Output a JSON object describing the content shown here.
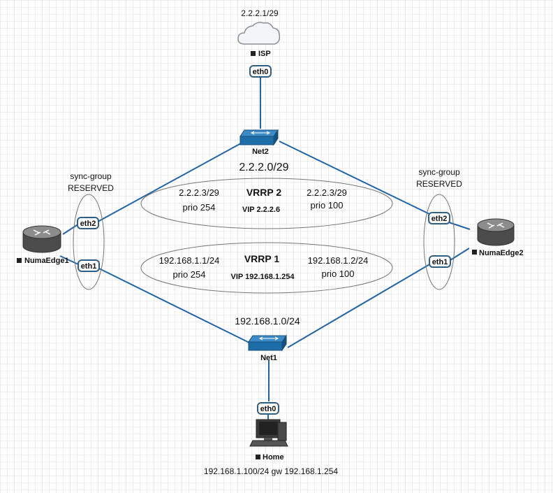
{
  "isp": {
    "name": "ISP",
    "address": "2.2.2.1/29",
    "port": "eth0"
  },
  "net2": {
    "name": "Net2",
    "subnet": "2.2.2.0/29"
  },
  "net1": {
    "name": "Net1",
    "subnet": "192.168.1.0/24"
  },
  "edge1": {
    "name": "NumaEdge1",
    "ports": {
      "upper": "eth2",
      "lower": "eth1"
    },
    "sync_group": [
      "sync-group",
      "RESERVED"
    ]
  },
  "edge2": {
    "name": "NumaEdge2",
    "ports": {
      "upper": "eth2",
      "lower": "eth1"
    },
    "sync_group": [
      "sync-group",
      "RESERVED"
    ]
  },
  "vrrp2": {
    "title": "VRRP 2",
    "vip": "VIP 2.2.2.6",
    "left_ip": "2.2.2.3/29",
    "left_prio": "prio 254",
    "right_ip": "2.2.2.3/29",
    "right_prio": "prio 100"
  },
  "vrrp1": {
    "title": "VRRP 1",
    "vip": "VIP 192.168.1.254",
    "left_ip": "192.168.1.1/24",
    "left_prio": "prio 254",
    "right_ip": "192.168.1.2/24",
    "right_prio": "prio 100"
  },
  "home": {
    "name": "Home",
    "port": "eth0",
    "address": "192.168.1.100/24 gw 192.168.1.254"
  },
  "colors": {
    "link": "#1f64a8",
    "switch": "#1d6ea8",
    "router": "#5a5a5a"
  }
}
